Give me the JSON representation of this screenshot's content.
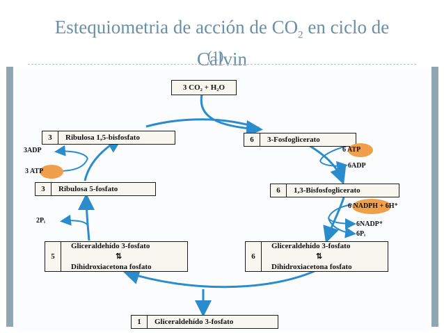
{
  "title": {
    "line1_pre": "Estequiometria de acción de CO",
    "line1_sub": "2",
    "line1_post": " en ciclo de",
    "line2": "Calvin",
    "number_mark": "(1)"
  },
  "colors": {
    "title": "#6a8fa6",
    "arrow": "#2a8ccc",
    "oval": "#f0a04a",
    "side_bar": "#8fa7b3"
  },
  "boxes": {
    "top": {
      "text": "3 CO₂ + H₂O"
    },
    "ribulosa_bis": {
      "num": "3",
      "text": "Ribulosa 1,5-bisfosfato"
    },
    "fosfoglicerato": {
      "num": "6",
      "text": "3-Fosfoglicerato"
    },
    "ribulosa_5f": {
      "num": "3",
      "text": "Ribulosa 5-fosfato"
    },
    "bisfosfoglicerato": {
      "num": "6",
      "text": "1,3-Bisfosfoglicerato"
    },
    "left_triose": {
      "num": "5",
      "line1": "Gliceraldehído 3-fosfato",
      "eq": "⇅",
      "line2": "Dihidroxiacetona fosfato"
    },
    "right_triose": {
      "num": "6",
      "line1": "Gliceraldehído 3-fosfato",
      "eq": "⇅",
      "line2": "Dihidroxiacetona fosfato"
    },
    "bottom": {
      "num": "1",
      "text": "Gliceraldehído 3-fosfato"
    }
  },
  "labels": {
    "adp_left": "3ADP",
    "atp_left": "3 ATP",
    "pi_left": "2Pᵢ",
    "atp_right": "6 ATP",
    "adp_right": "6ADP",
    "nadph": "6 NADPH + 6H⁺",
    "nadp": "6NADP⁺",
    "pi_right": "6Pᵢ"
  }
}
